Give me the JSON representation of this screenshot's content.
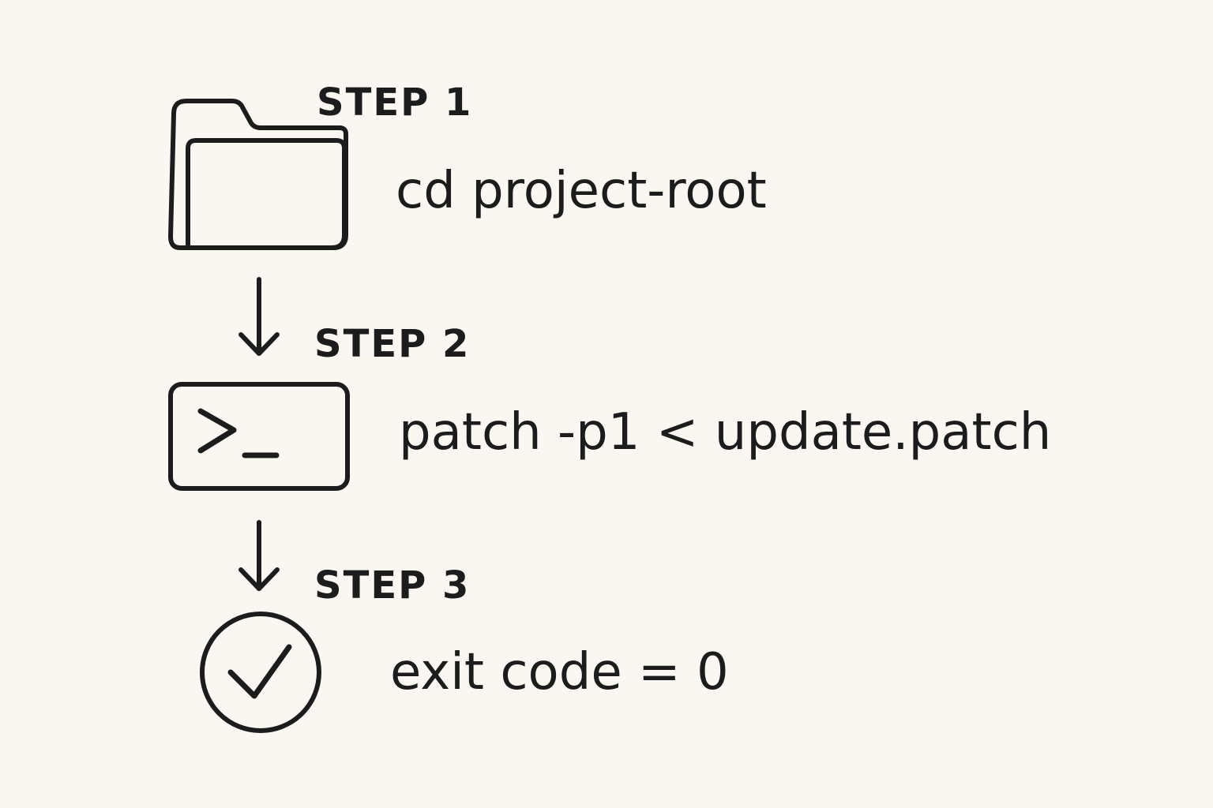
{
  "steps": [
    {
      "label": "STEP 1",
      "command": "cd project-root",
      "icon": "folder-icon"
    },
    {
      "label": "STEP 2",
      "command": "patch -p1 < update.patch",
      "icon": "terminal-icon"
    },
    {
      "label": "STEP 3",
      "command": "exit code = 0",
      "icon": "check-circle-icon"
    }
  ],
  "connectors": [
    {
      "icon": "arrow-down-icon"
    },
    {
      "icon": "arrow-down-icon"
    }
  ],
  "colors": {
    "background": "#faf7f2",
    "ink": "#1c1c1c"
  }
}
